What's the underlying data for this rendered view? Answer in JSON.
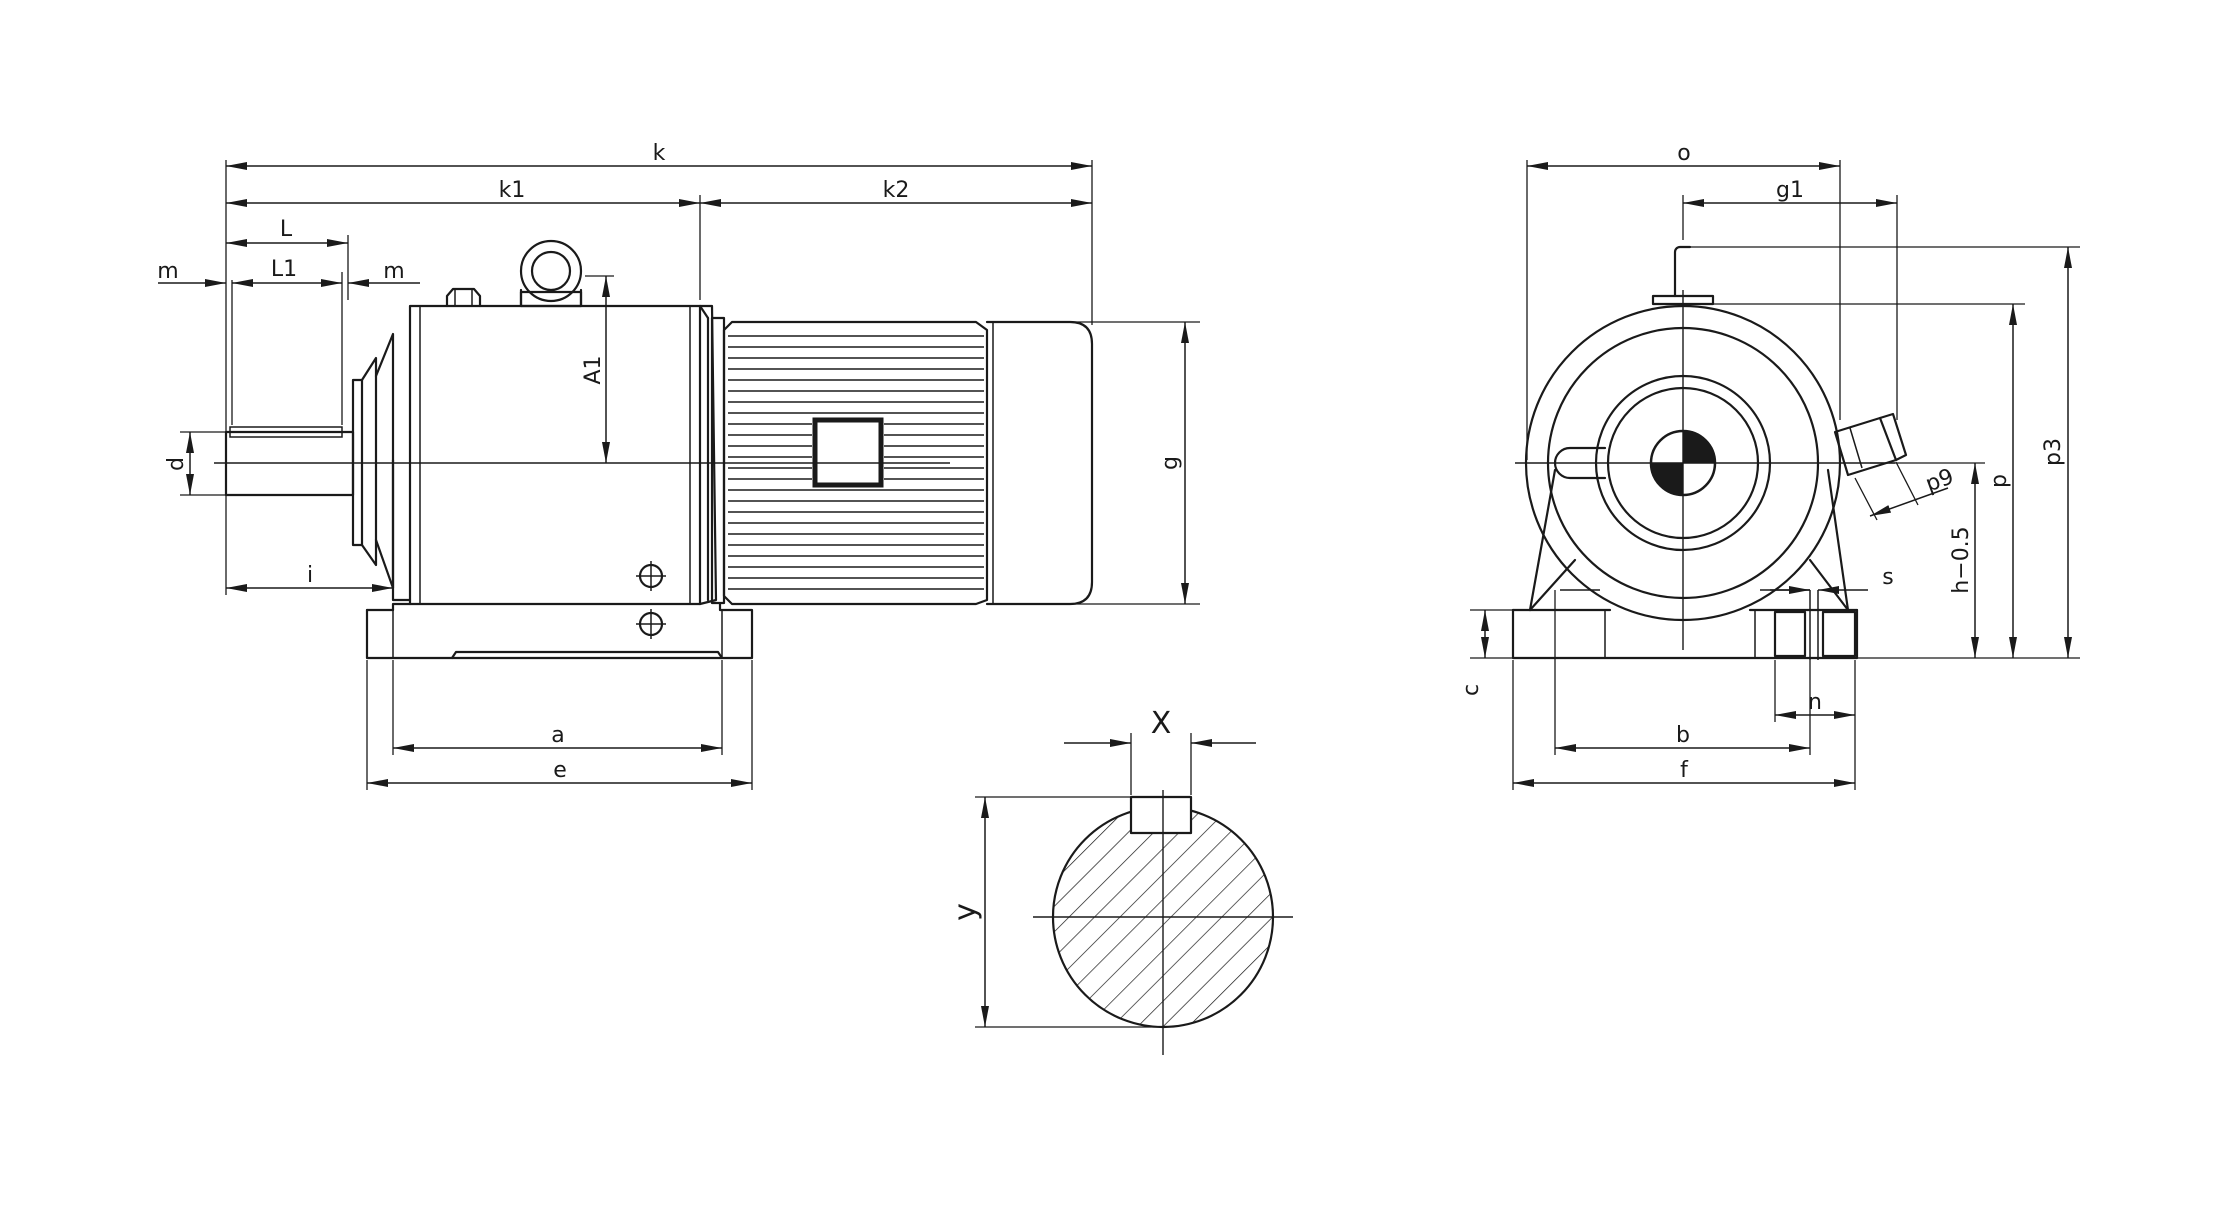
{
  "labels": {
    "k": "k",
    "k1": "k1",
    "k2": "k2",
    "L": "L",
    "L1": "L1",
    "m_left": "m",
    "m_right": "m",
    "A1": "A1",
    "d": "d",
    "i": "i",
    "g": "g",
    "a": "a",
    "e": "e",
    "o": "o",
    "g1": "g1",
    "p9": "p9",
    "p": "p",
    "p3": "p3",
    "h": "h−0.5",
    "s": "s",
    "c": "c",
    "n": "n",
    "b": "b",
    "f": "f",
    "X": "X",
    "Y": "y"
  },
  "colors": {
    "line": "#1a1a1a",
    "background": "#ffffff"
  }
}
